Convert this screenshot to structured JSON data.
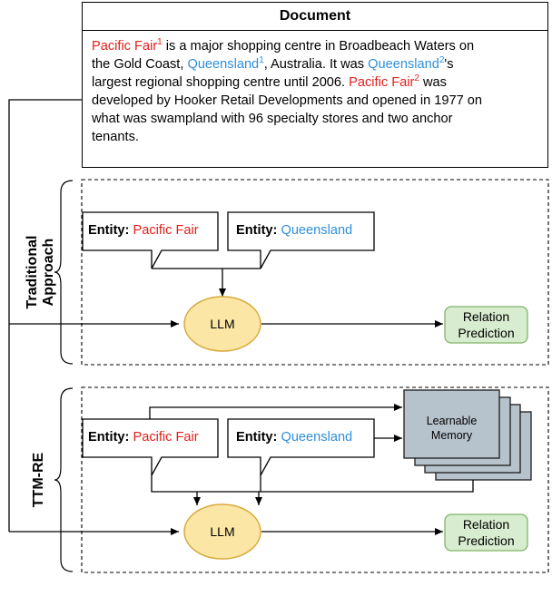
{
  "document": {
    "title": "Document",
    "text": {
      "l1_a": "Pacific Fair",
      "l1_a_sup": "1",
      "l1_b": " is a major shopping centre in Broadbeach Waters on",
      "l2_a": "the Gold Coast, ",
      "l2_b": "Queensland",
      "l2_b_sup": "1",
      "l2_c": ", Australia. It was ",
      "l2_d": "Queensland",
      "l2_d_sup": "2",
      "l2_e": "'s",
      "l3_a": "largest regional shopping centre until 2006. ",
      "l3_b": "Pacific Fair",
      "l3_b_sup": "2",
      "l3_c": " was",
      "l4": "developed by Hooker Retail Developments and opened in 1977 on",
      "l5": "what was swampland with 96 specialty stores and two anchor",
      "l6": "tenants."
    }
  },
  "traditional": {
    "label_line1": "Traditional",
    "label_line2": "Approach",
    "entity1_prefix": "Entity: ",
    "entity1_value": "Pacific Fair",
    "entity2_prefix": "Entity: ",
    "entity2_value": "Queensland",
    "llm": "LLM",
    "output_line1": "Relation",
    "output_line2": "Prediction"
  },
  "ttm": {
    "label": "TTM-RE",
    "entity1_prefix": "Entity: ",
    "entity1_value": "Pacific Fair",
    "entity2_prefix": "Entity: ",
    "entity2_value": "Queensland",
    "memory_line1": "Learnable",
    "memory_line2": "Memory",
    "llm": "LLM",
    "output_line1": "Relation",
    "output_line2": "Prediction"
  },
  "colors": {
    "entity_red": "#e3201b",
    "entity_blue": "#2f8fdd",
    "llm_fill": "#fbe6a6",
    "llm_stroke": "#d7a93b",
    "output_fill": "#d8ecd0",
    "output_stroke": "#82b366",
    "memory_fill": "#b7c3cc",
    "memory_stroke": "#1b1b1b"
  }
}
